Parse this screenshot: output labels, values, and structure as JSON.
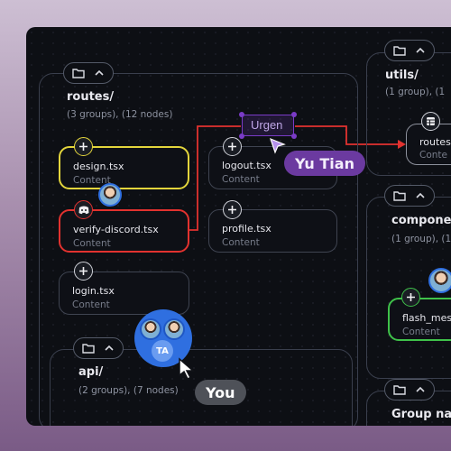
{
  "groups": {
    "routes": {
      "title": "routes/",
      "summary": "(3 groups), (12 nodes)"
    },
    "utils": {
      "title": "utils/",
      "summary": "(1 group), (1"
    },
    "components": {
      "title": "componen",
      "summary": "(1 group), (1"
    },
    "api": {
      "title": "api/",
      "summary": "(2 groups), (7 nodes)"
    },
    "group_name": {
      "title": "Group nam"
    }
  },
  "nodes": {
    "design": {
      "name": "design.tsx",
      "sub": "Content"
    },
    "verify_discord": {
      "name": "verify-discord.tsx",
      "sub": "Content"
    },
    "login": {
      "name": "login.tsx",
      "sub": "Content"
    },
    "logout": {
      "name": "logout.tsx",
      "sub": "Content"
    },
    "profile": {
      "name": "profile.tsx",
      "sub": "Content"
    },
    "routes_util": {
      "name": "routes",
      "sub": "Conte"
    },
    "flash_message": {
      "name": "flash_mess",
      "sub": "Content"
    }
  },
  "edit_label": {
    "text": "Urgen"
  },
  "cursors": {
    "yu_tian": {
      "label": "Yu Tian",
      "color": "#6b3aa0"
    },
    "you": {
      "label": "You",
      "color": "#4e5158"
    }
  },
  "avatar_group": {
    "initials": "TA"
  },
  "colors": {
    "accent_red": "#e2322f",
    "accent_yellow": "#e3d53c",
    "accent_green": "#3fc24a",
    "selection_purple": "#7a3bc7",
    "presence_blue": "#2f6fe0"
  },
  "icons": {
    "folder": "folder-icon",
    "collapse": "chevron-up-icon",
    "add": "plus-icon",
    "discord": "discord-icon",
    "table": "table-icon",
    "cursor": "cursor-arrow-icon"
  }
}
